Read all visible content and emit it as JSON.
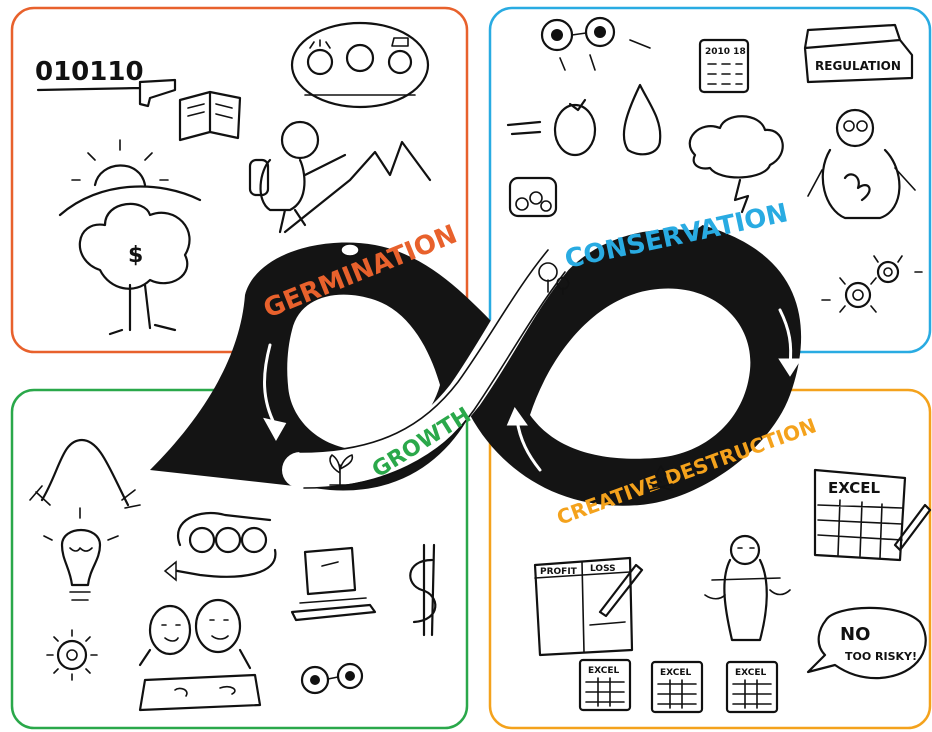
{
  "phases": {
    "germination": "GERMINATION",
    "conservation": "CONSERVATION",
    "growth": "GROWTH",
    "creative_destruction": "CREATIVE DESTRUCTION"
  },
  "sketch_labels": {
    "binary": "010110",
    "regulation": "REGULATION",
    "calendar": "2010 18",
    "excel_main": "EXCEL",
    "excel_small": "EXCEL",
    "profit": "PROFIT",
    "loss": "LOSS",
    "no": "NO",
    "too_risky": "TOO RISKY!",
    "dollar": "$"
  },
  "colors": {
    "germination": "#e8612c",
    "conservation": "#29abe2",
    "growth": "#2aa84a",
    "creative_destruction": "#f4a21c",
    "ink": "#111111"
  }
}
